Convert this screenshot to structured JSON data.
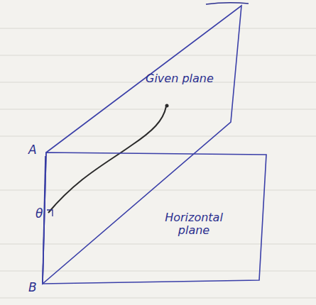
{
  "diagram": {
    "nodes": [
      {
        "text": [
          "Given plane"
        ]
      },
      {
        "text": [
          "Horizontal plane"
        ]
      }
    ],
    "labels": [
      "A",
      "θ",
      "B"
    ]
  }
}
